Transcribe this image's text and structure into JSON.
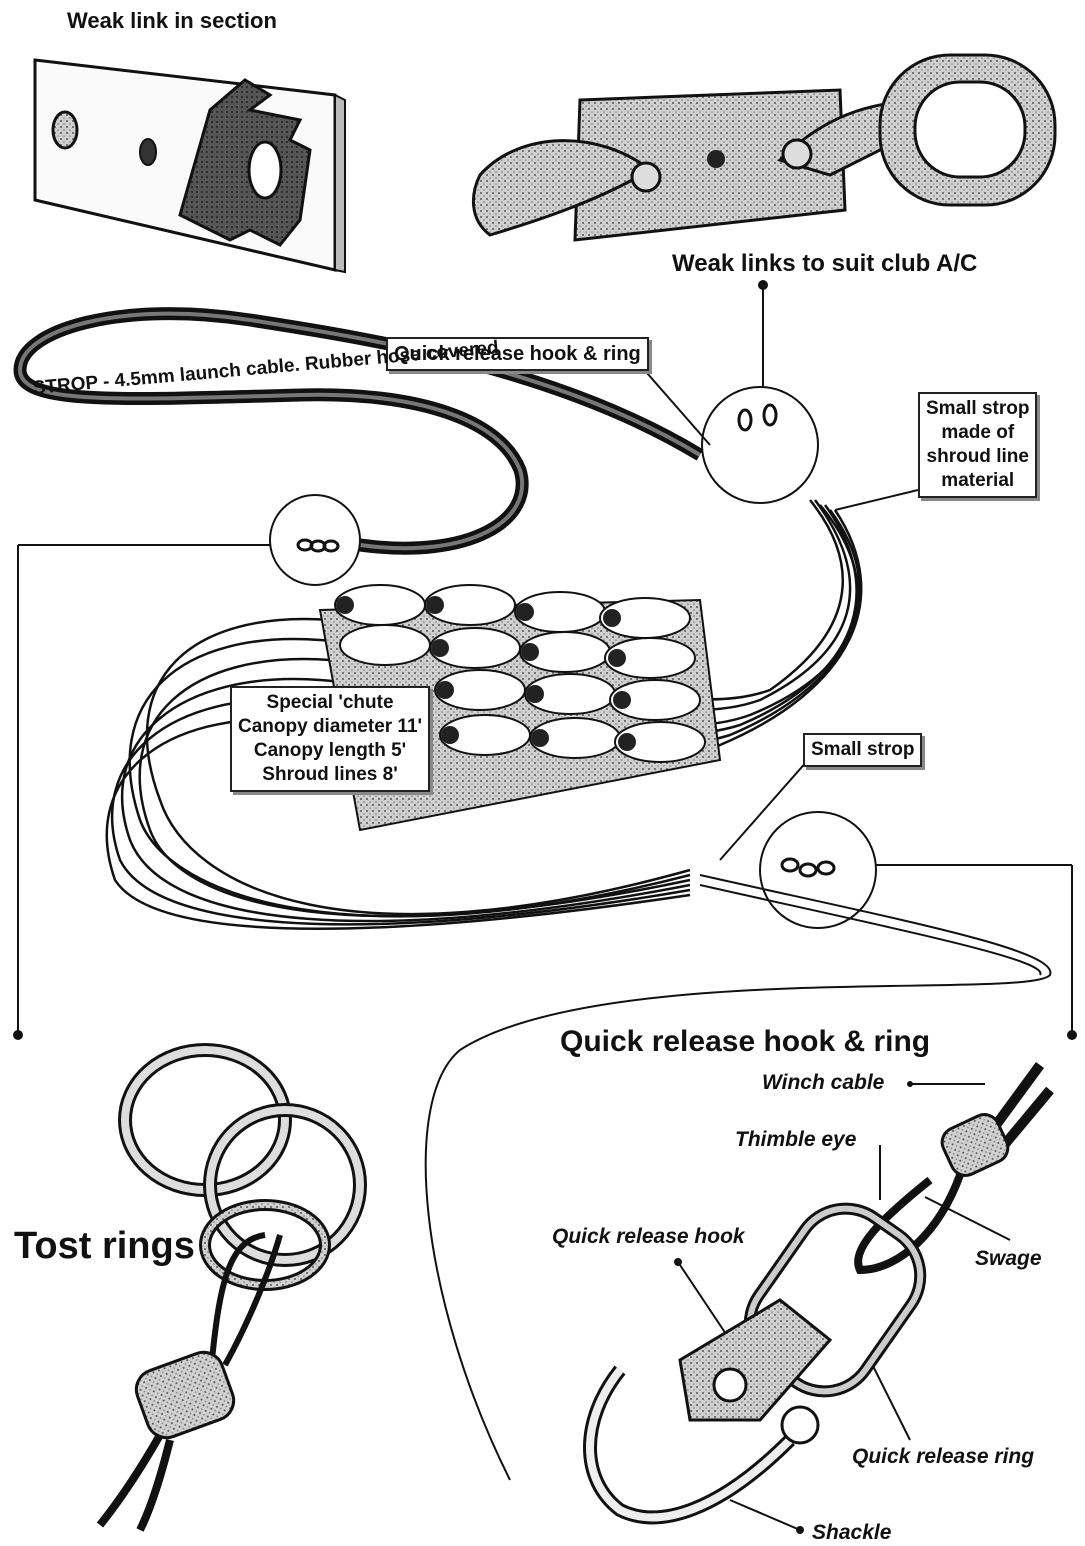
{
  "labels": {
    "weak_link_section": "Weak link in section",
    "weak_links_club": "Weak links to suit club A/C",
    "quick_release_top": "Quick release hook & ring",
    "strop_cable": "STROP - 4.5mm launch cable. Rubber hose covered",
    "small_strop_shroud": [
      "Small strop",
      "made of",
      "shroud line",
      "material"
    ],
    "special_chute": [
      "Special 'chute",
      "Canopy diameter 11'",
      "Canopy length 5'",
      "Shroud lines 8'"
    ],
    "small_strop": "Small strop",
    "quick_release_title": "Quick release hook & ring",
    "tost_rings": "Tost rings",
    "winch_cable": "Winch cable",
    "thimble_eye": "Thimble eye",
    "quick_release_hook": "Quick release hook",
    "swage": "Swage",
    "quick_release_ring": "Quick release ring",
    "shackle": "Shackle"
  },
  "colors": {
    "ink": "#111111",
    "shade": "#8a8a8a",
    "paper": "#ffffff"
  }
}
